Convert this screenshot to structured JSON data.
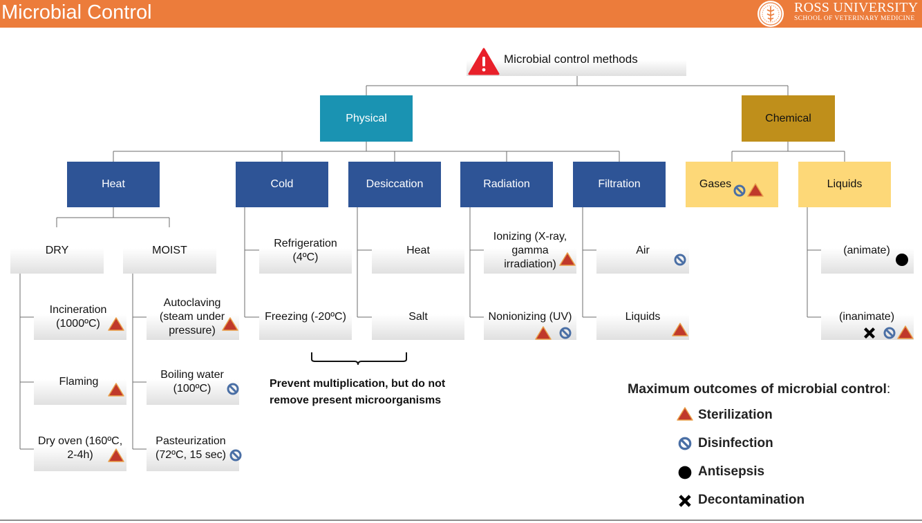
{
  "header": {
    "title": "Microbial Control",
    "university": "ROSS UNIVERSITY",
    "school": "SCHOOL OF VETERINARY MEDICINE",
    "background": "#ec7c3b"
  },
  "root": {
    "label": "Microbial control methods",
    "icon": "warning-icon"
  },
  "categories": {
    "physical": "Physical",
    "chemical": "Chemical"
  },
  "physical_methods": {
    "heat": "Heat",
    "cold": "Cold",
    "desiccation": "Desiccation",
    "radiation": "Radiation",
    "filtration": "Filtration"
  },
  "chemical_methods": {
    "gases": "Gases",
    "liquids": "Liquids"
  },
  "heat_types": {
    "dry": "DRY",
    "moist": "MOIST"
  },
  "dry_items": [
    {
      "label": "Incineration (1000ºC)",
      "outcomes": [
        "sterilization"
      ]
    },
    {
      "label": "Flaming",
      "outcomes": [
        "sterilization"
      ]
    },
    {
      "label": "Dry oven (160ºC, 2-4h)",
      "outcomes": [
        "sterilization"
      ]
    }
  ],
  "moist_items": [
    {
      "label": "Autoclaving (steam under pressure)",
      "outcomes": [
        "sterilization"
      ]
    },
    {
      "label": "Boiling water (100ºC)",
      "outcomes": [
        "disinfection"
      ]
    },
    {
      "label": "Pasteurization (72ºC, 15 sec)",
      "outcomes": [
        "disinfection"
      ]
    }
  ],
  "cold_items": [
    {
      "label": "Refrigeration (4ºC)"
    },
    {
      "label": "Freezing (-20ºC)"
    }
  ],
  "desiccation_items": [
    {
      "label": "Heat"
    },
    {
      "label": "Salt"
    }
  ],
  "radiation_items": [
    {
      "label": "Ionizing (X-ray, gamma irradiation)",
      "outcomes": [
        "sterilization"
      ]
    },
    {
      "label": "Nonionizing (UV)",
      "outcomes": [
        "sterilization",
        "disinfection"
      ]
    }
  ],
  "filtration_items": [
    {
      "label": "Air",
      "outcomes": [
        "disinfection"
      ]
    },
    {
      "label": "Liquids",
      "outcomes": [
        "sterilization"
      ]
    }
  ],
  "gases_outcomes": [
    "disinfection",
    "sterilization"
  ],
  "liquids_items": [
    {
      "label": "(animate)",
      "outcomes": [
        "antisepsis"
      ]
    },
    {
      "label": "(inanimate)",
      "outcomes": [
        "decontamination",
        "disinfection",
        "sterilization"
      ]
    }
  ],
  "note": {
    "line1": "Prevent multiplication, but do not",
    "line2": "remove present microorganisms"
  },
  "legend": {
    "title": "Maximum outcomes of microbial control",
    "title_suffix": ":",
    "items": [
      {
        "key": "sterilization",
        "label": "Sterilization",
        "icon": "red-triangle-icon"
      },
      {
        "key": "disinfection",
        "label": "Disinfection",
        "icon": "prohibition-circle-icon"
      },
      {
        "key": "antisepsis",
        "label": "Antisepsis",
        "icon": "black-dot-icon"
      },
      {
        "key": "decontamination",
        "label": "Decontamination",
        "icon": "black-x-icon"
      }
    ]
  },
  "colors": {
    "physical_methods": "#2e5496",
    "physical": "#1a93b2",
    "chemical": "#bf8f1b",
    "chemical_methods": "#fdd878",
    "sterilization": "#c0392b",
    "disinfection": "#4a6fa5"
  }
}
